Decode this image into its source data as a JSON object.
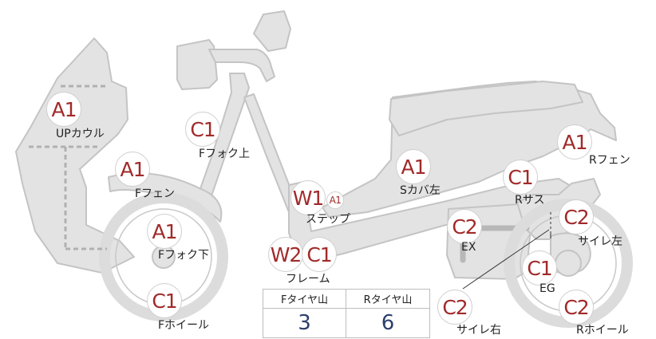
{
  "badges": {
    "up_cowl": "A1",
    "f_fork_upper": "C1",
    "f_fender": "A1",
    "f_fork_lower": "A1",
    "f_wheel": "C1",
    "step_w1": "W1",
    "step_a1": "A1",
    "frame_w2": "W2",
    "frame_c1": "C1",
    "s_cover_left": "A1",
    "r_fender": "A1",
    "r_sus": "C1",
    "exhaust": "C2",
    "silencer_left": "C2",
    "engine": "C1",
    "silencer_right": "C2",
    "r_wheel": "C2"
  },
  "labels": {
    "up_cowl": "UPカウル",
    "f_fork_upper": "Fフォク上",
    "f_fender": "Fフェン",
    "f_fork_lower": "Fフォク下",
    "f_wheel": "Fホイール",
    "step": "ステップ",
    "frame": "フレーム",
    "s_cover_left": "Sカバ左",
    "r_fender": "Rフェン",
    "r_sus": "Rサス",
    "exhaust": "EX",
    "silencer_left": "サイレ左",
    "engine": "EG",
    "silencer_right": "サイレ右",
    "r_wheel": "Rホイール"
  },
  "tire_table": {
    "headers": [
      "Fタイヤ山",
      "Rタイヤ山"
    ],
    "values": [
      "3",
      "6"
    ]
  },
  "colors": {
    "part_fill": "#e3e3e3",
    "part_stroke": "#c4c4c4",
    "badge_text": "#a12a2a",
    "table_value": "#2a3f6c"
  }
}
